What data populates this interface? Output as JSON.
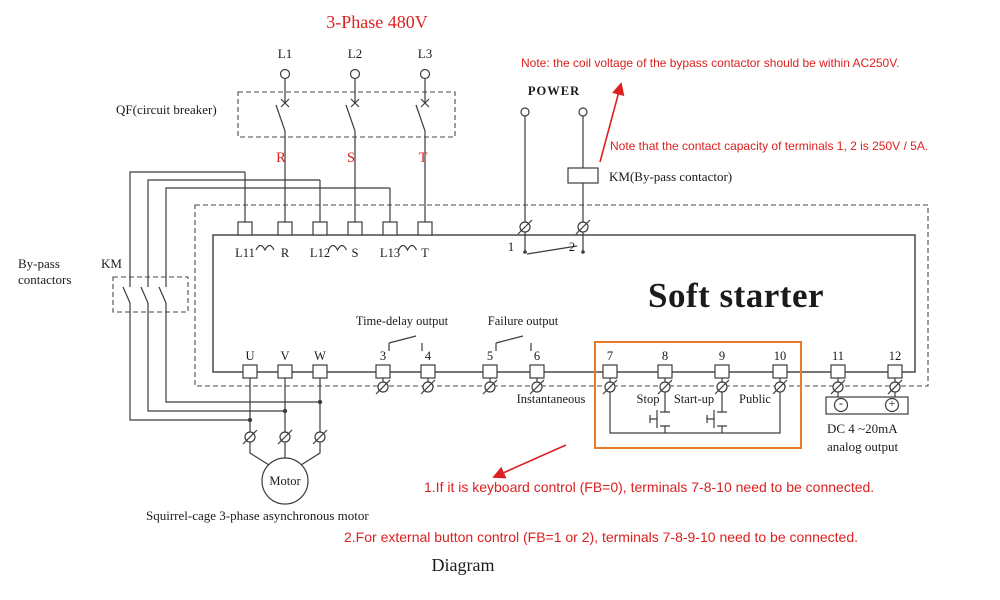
{
  "colors": {
    "red": "#dd2020",
    "orange": "#e87b2a",
    "line": "#3c3c3c"
  },
  "header": {
    "supply": "3-Phase 480V"
  },
  "incoming": {
    "phases": [
      "L1",
      "L2",
      "L3"
    ],
    "breaker_label": "QF(circuit breaker)",
    "phase_wires": [
      "R",
      "S",
      "T"
    ]
  },
  "power": {
    "label": "POWER",
    "coil_label": "KM(By-pass contactor)"
  },
  "bypass": {
    "label_line1": "By-pass",
    "label_line2": "contactors",
    "km": "KM"
  },
  "starter": {
    "name": "Soft starter",
    "top_terminals": [
      "L11",
      "R",
      "L12",
      "S",
      "L13",
      "T"
    ],
    "relay_terminals": [
      "1",
      "2"
    ],
    "bottom_terminals": [
      "U",
      "V",
      "W",
      "3",
      "4",
      "5",
      "6",
      "7",
      "8",
      "9",
      "10",
      "11",
      "12"
    ],
    "outputs": {
      "time_delay": "Time-delay output",
      "failure": "Failure output"
    },
    "control": {
      "instantaneous": "Instantaneous",
      "stop": "Stop",
      "start_up": "Start-up",
      "public": "Public"
    },
    "analog": {
      "line1": "DC 4 ~20mA",
      "line2": "analog output",
      "minus": "-",
      "plus": "+"
    }
  },
  "motor": {
    "label": "Motor",
    "caption": "Squirrel-cage 3-phase asynchronous motor"
  },
  "notes": {
    "coil_voltage": "Note: the coil voltage of the bypass contactor should be within AC250V.",
    "contact_capacity": "Note that the contact capacity of terminals 1, 2 is 250V / 5A.",
    "keyboard_control": "1.If it is keyboard control (FB=0), terminals 7-8-10 need to be connected.",
    "external_control": "2.For external button control (FB=1 or 2), terminals 7-8-9-10 need to be connected."
  },
  "caption": "Diagram"
}
